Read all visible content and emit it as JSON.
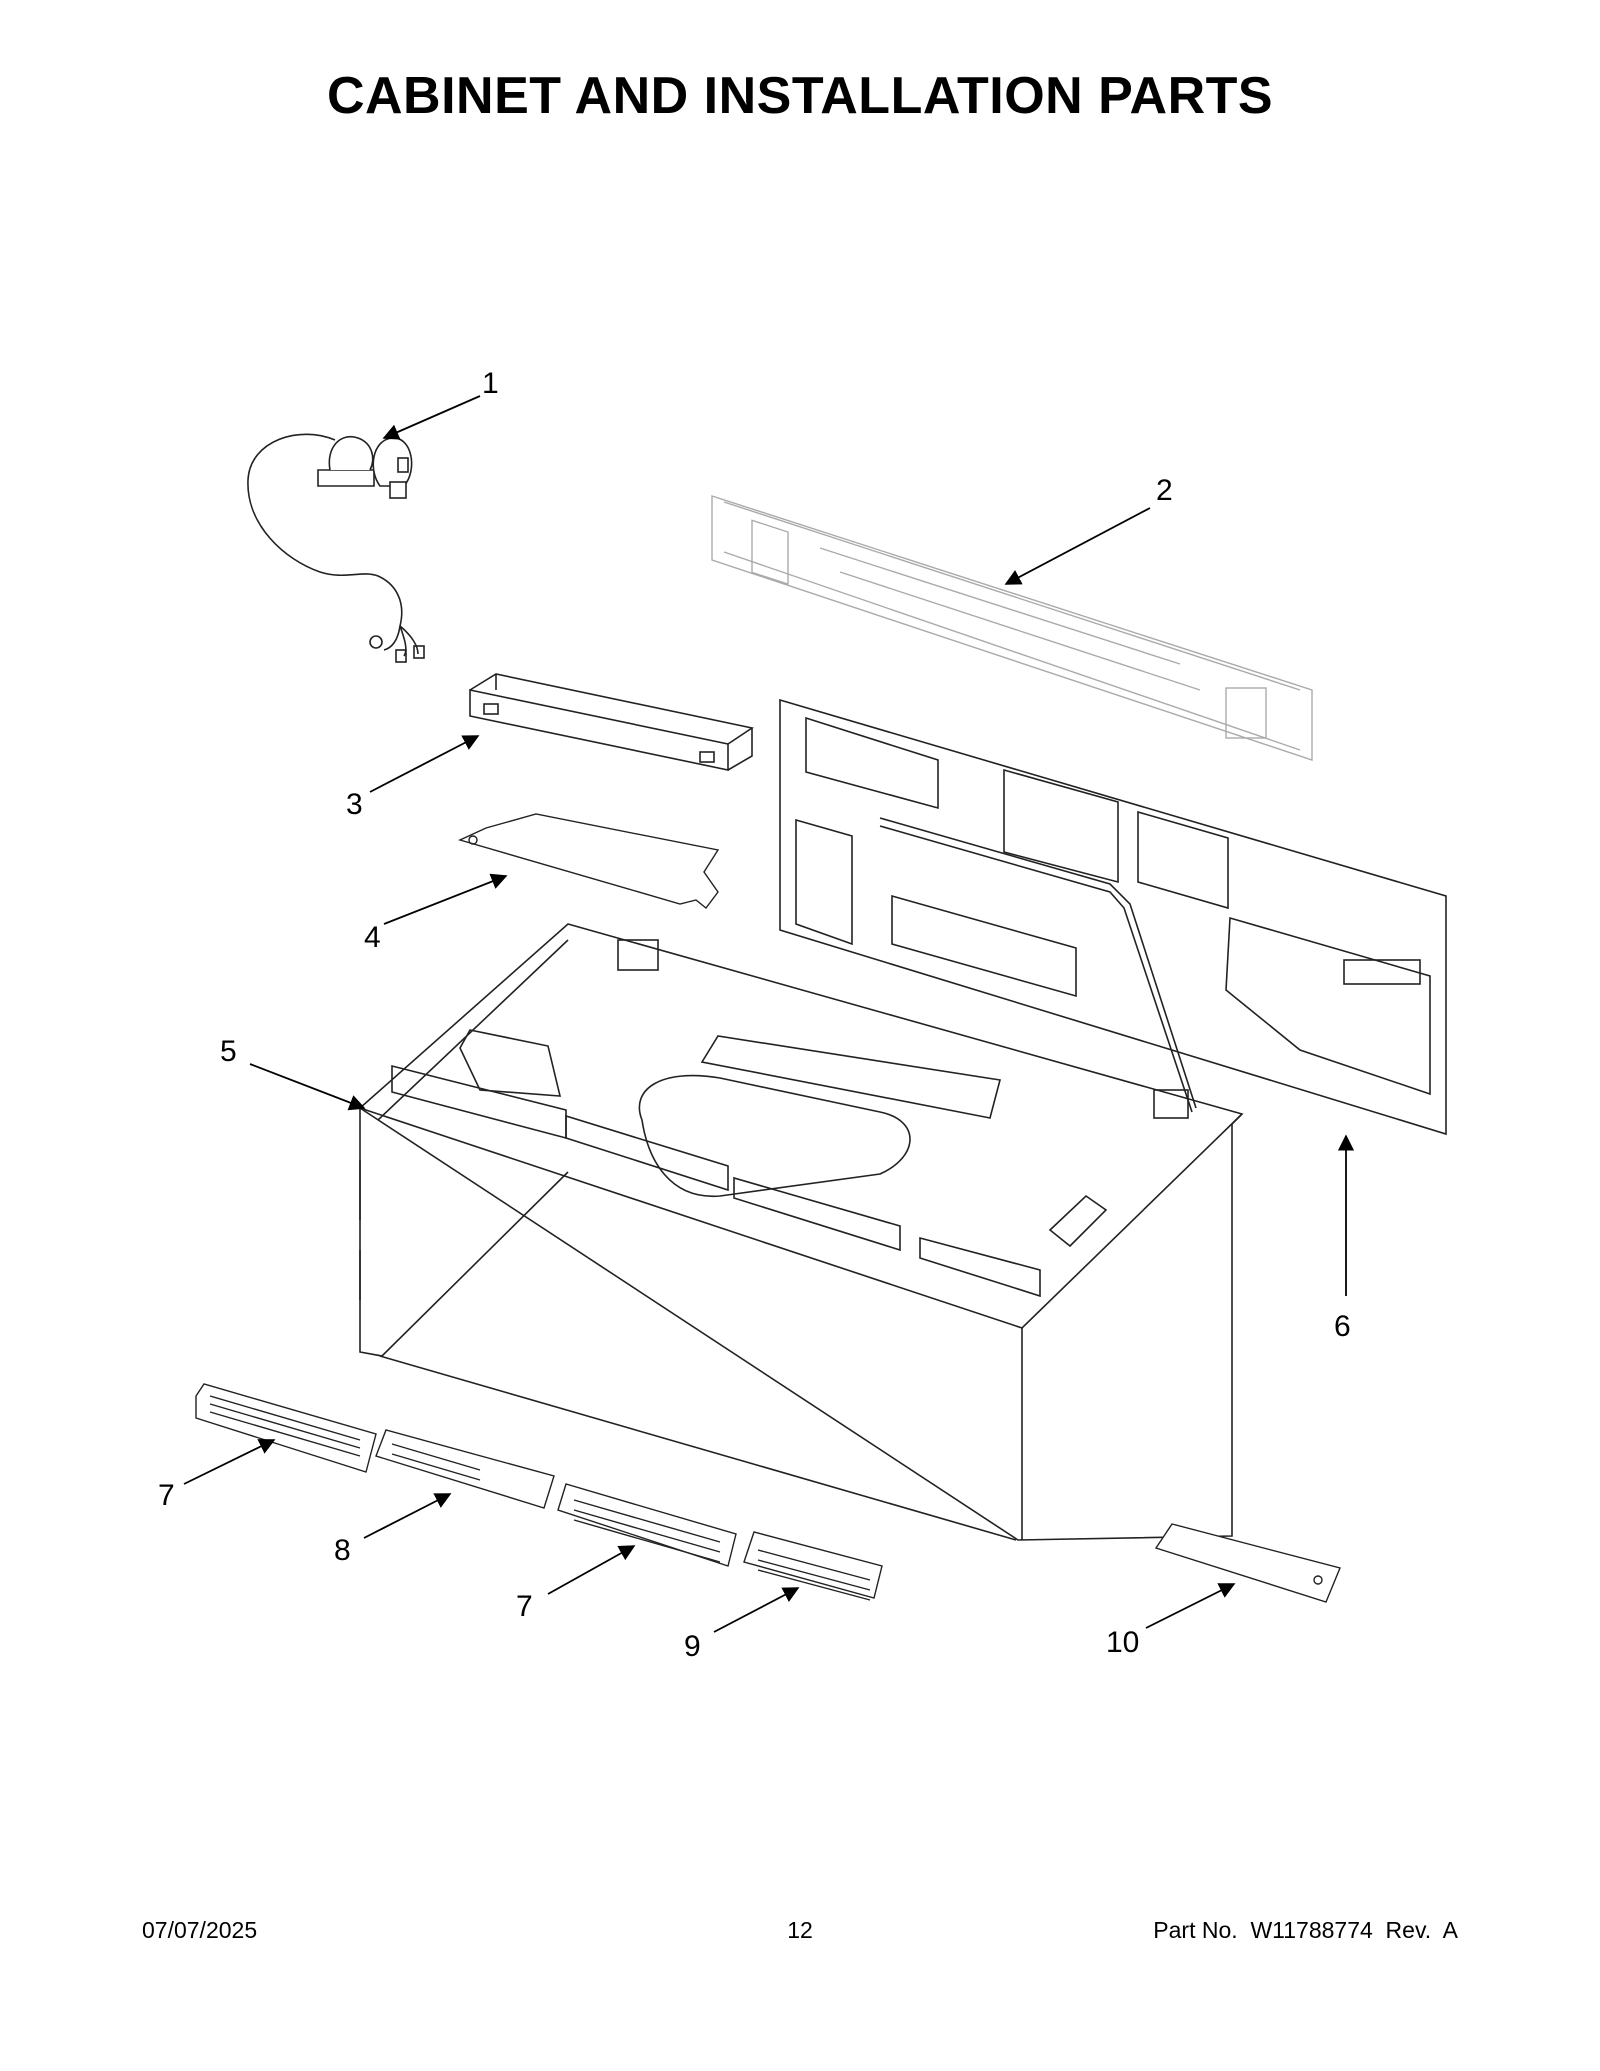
{
  "page": {
    "title": "CABINET AND INSTALLATION PARTS"
  },
  "callouts": [
    "1",
    "2",
    "3",
    "4",
    "5",
    "6",
    "7",
    "8",
    "7",
    "9",
    "10"
  ],
  "footer": {
    "date": "07/07/2025",
    "page_number": "12",
    "part_info": "Part No.  W11788774  Rev.  A"
  }
}
